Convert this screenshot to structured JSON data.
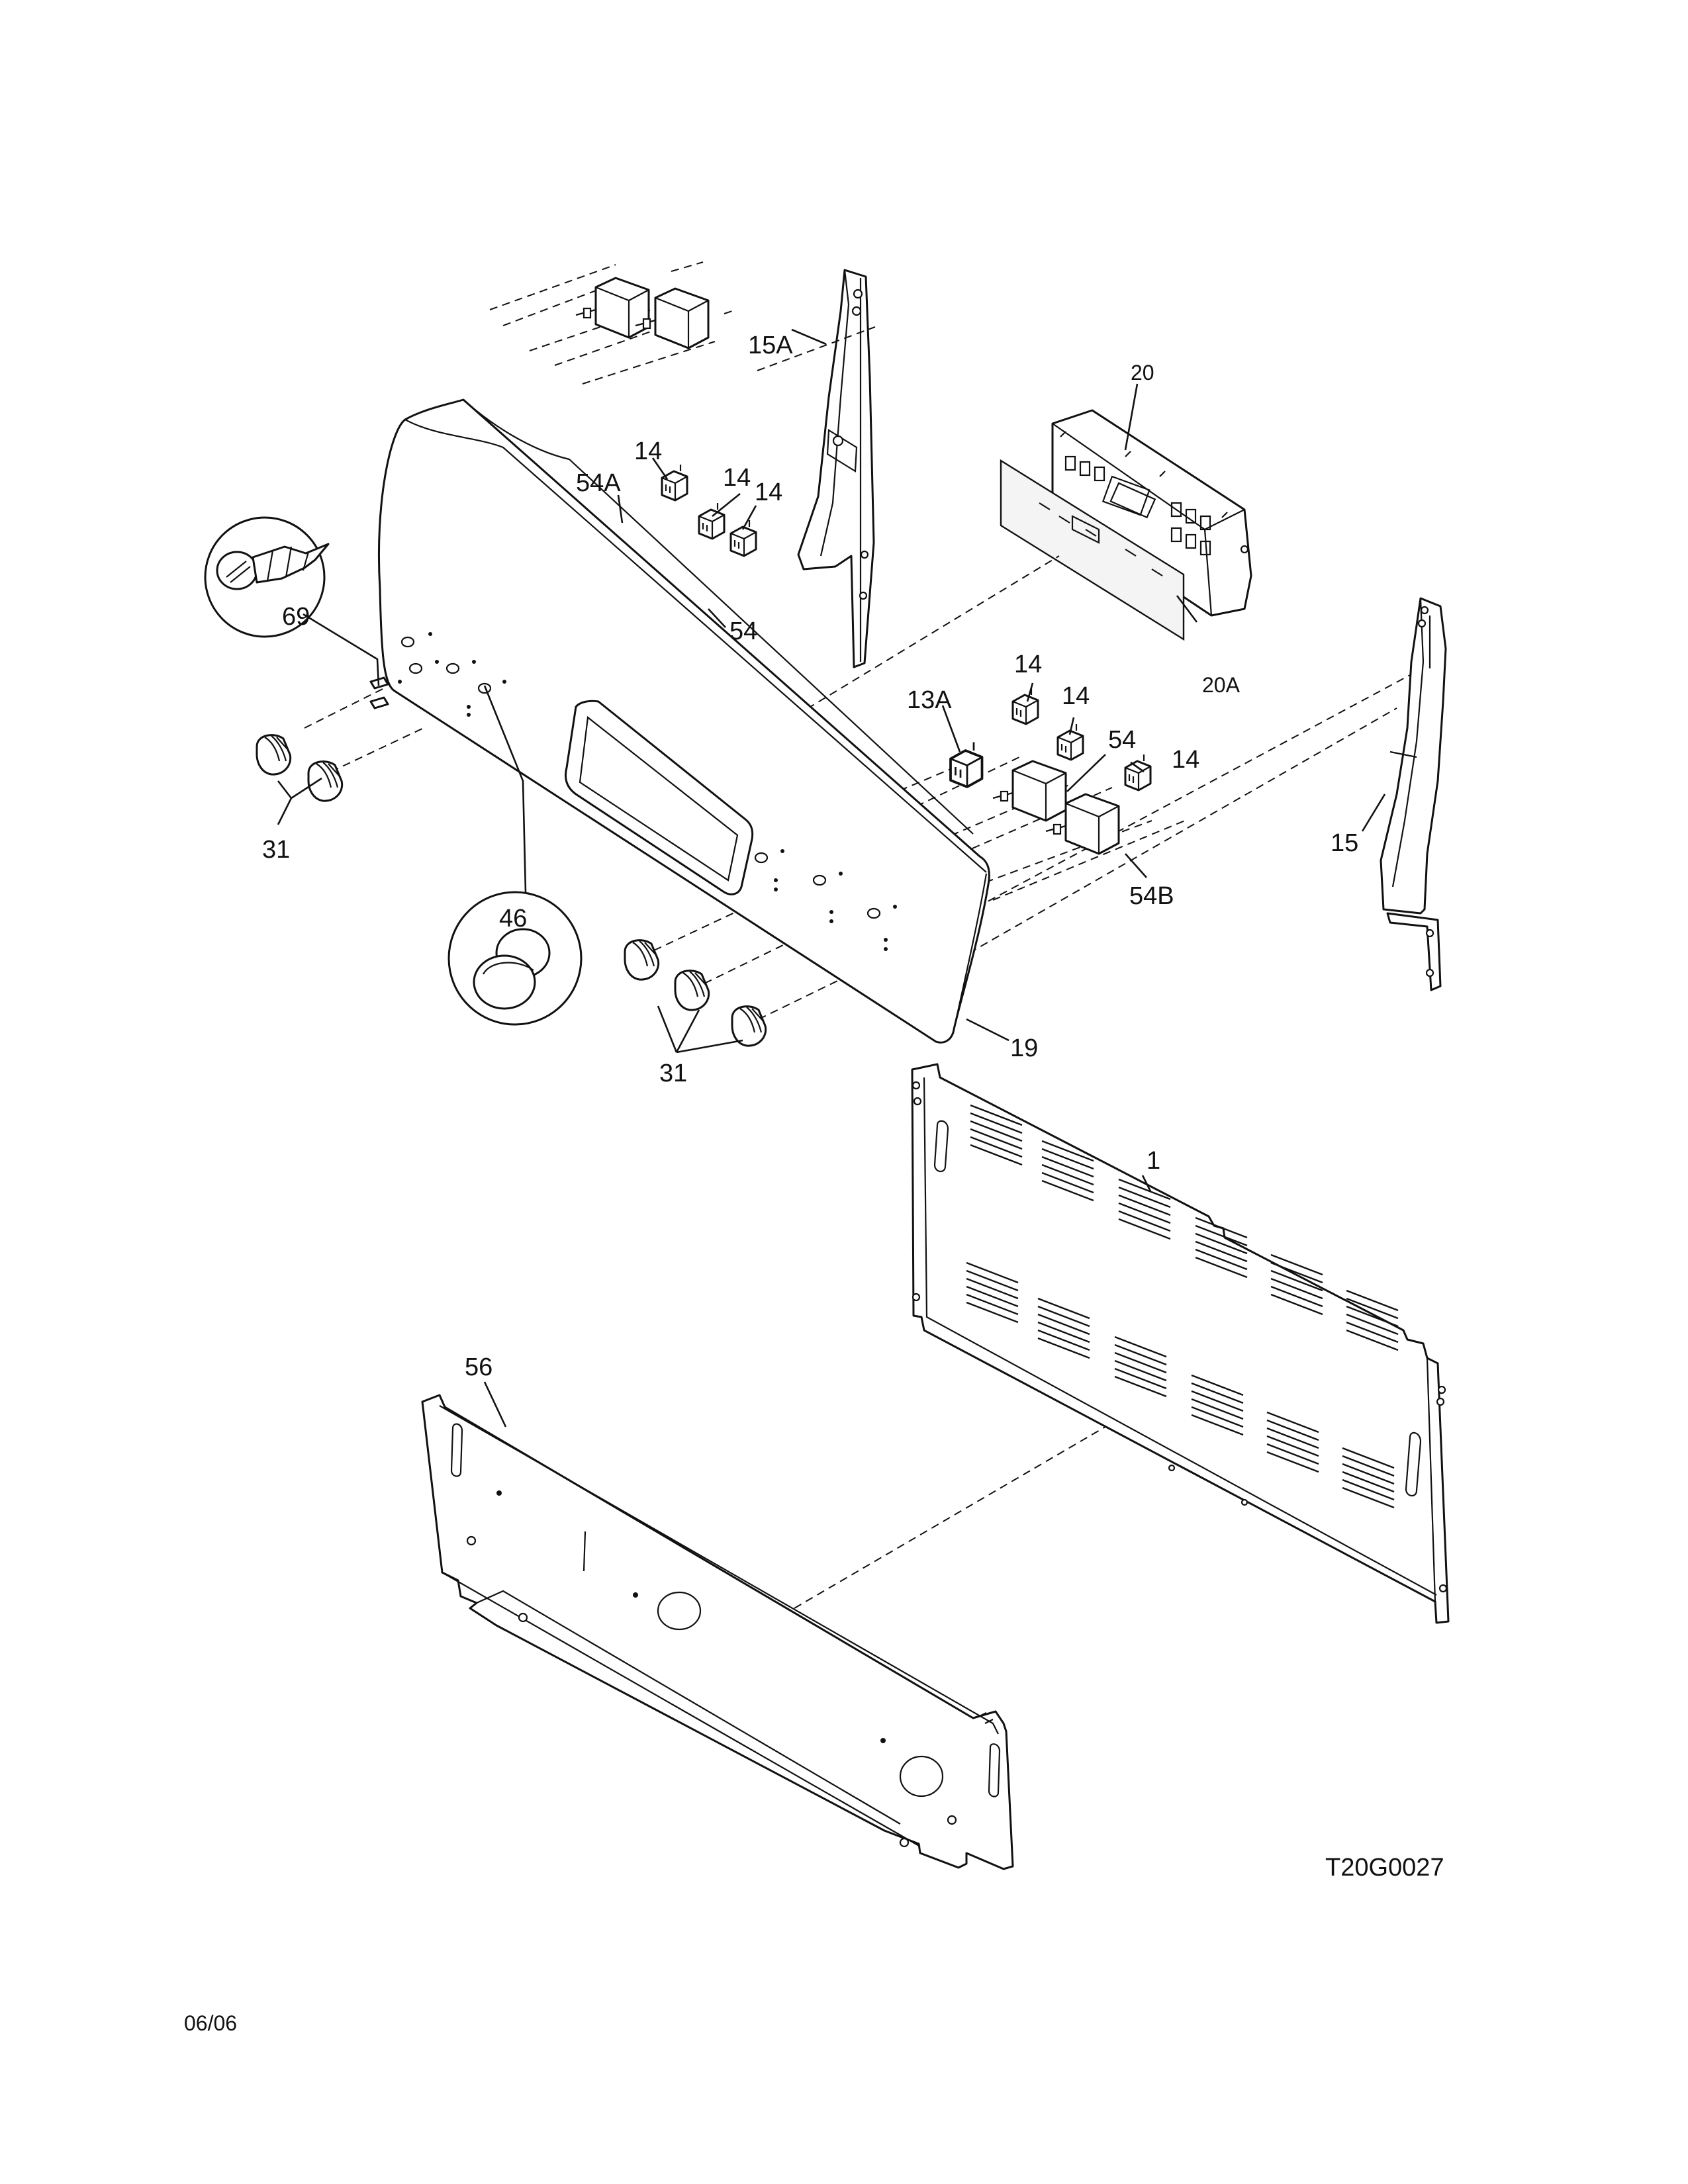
{
  "diagram": {
    "drawing_code": "T20G0027",
    "date": "06/06",
    "callouts": {
      "p1": "1",
      "p13A": "13A",
      "p14_a": "14",
      "p14_b": "14",
      "p14_c": "14",
      "p14_d": "14",
      "p14_e": "14",
      "p14_f": "14",
      "p15": "15",
      "p15A": "15A",
      "p19": "19",
      "p20": "20",
      "p20A": "20A",
      "p31_left": "31",
      "p31_right": "31",
      "p46": "46",
      "p54_left": "54",
      "p54_right": "54",
      "p54A": "54A",
      "p54B": "54B",
      "p56": "56",
      "p69": "69"
    }
  }
}
